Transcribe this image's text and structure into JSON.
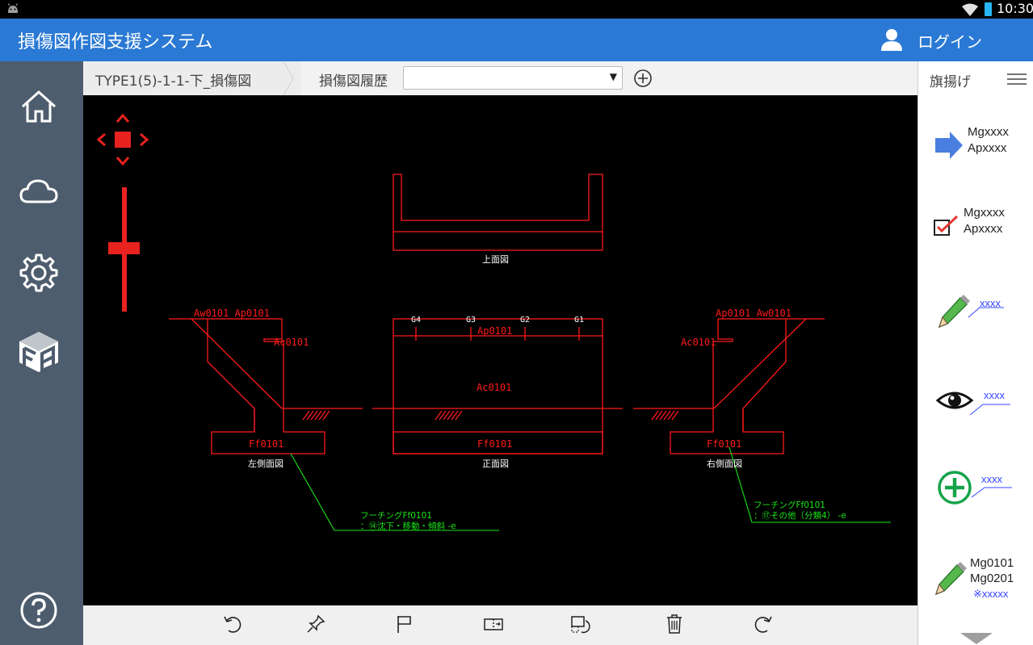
{
  "status_bar": {
    "time": "10:30",
    "icons": [
      "android-icon",
      "wifi-icon",
      "battery-icon"
    ]
  },
  "app_bar": {
    "title": "損傷図作図支援システム",
    "login_label": "ログイン",
    "user_icon": "user-icon"
  },
  "sidebar": {
    "items": [
      {
        "name": "home",
        "icon": "home-icon"
      },
      {
        "name": "cloud",
        "icon": "cloud-icon"
      },
      {
        "name": "settings",
        "icon": "gear-icon"
      },
      {
        "name": "bim",
        "icon": "cube-icon"
      },
      {
        "name": "help",
        "icon": "help-icon"
      }
    ]
  },
  "tab_bar": {
    "breadcrumb": "TYPE1(5)-1-1-下_損傷図",
    "history_label": "損傷図履歴",
    "history_value": "",
    "add_icon": "plus-circle-icon"
  },
  "drawing": {
    "views": {
      "top": "上面図",
      "front": "正面図",
      "left": "左側面図",
      "right": "右側面図"
    },
    "labels": {
      "left_top": "Aw0101 Ap0101",
      "left_ac": "Ac0101",
      "left_footing": "Ff0101",
      "front_ap": "Ap0101",
      "front_ac": "Ac0101",
      "front_footing": "Ff0101",
      "right_top": "Ap0101 Aw0101",
      "right_ac": "Ac0101",
      "right_footing": "Ff0101",
      "g4": "G4",
      "g3": "G3",
      "g2": "G2",
      "g1": "G1"
    },
    "annotations": {
      "left_line1": "フーチングFf0101",
      "left_line2": "：⑭沈下・移動・傾斜 -e",
      "right_line1": "フーチングFf0101",
      "right_line2": "：⑰その他（分類4） -e"
    },
    "colors": {
      "structure": "#ff1a1a",
      "annotation": "#19e619",
      "view_label": "#ffffff"
    }
  },
  "nav_controls": {
    "pan_icon": "pan-arrows-icon",
    "zoom_icon": "zoom-slider-icon",
    "color": "#e8231f"
  },
  "bottom_toolbar": {
    "tools": [
      {
        "name": "undo",
        "icon": "undo-icon"
      },
      {
        "name": "pin",
        "icon": "pin-icon"
      },
      {
        "name": "flag",
        "icon": "flag-icon"
      },
      {
        "name": "select-area",
        "icon": "select-area-icon"
      },
      {
        "name": "rotate-area",
        "icon": "rotate-area-icon"
      },
      {
        "name": "delete",
        "icon": "trash-icon"
      },
      {
        "name": "redo",
        "icon": "redo-icon"
      }
    ]
  },
  "right_panel": {
    "title": "旗揚げ",
    "menu_icon": "menu-icon",
    "items": [
      {
        "icon": "arrow-right-icon",
        "line1": "Mgxxxx",
        "line2": "Apxxxx"
      },
      {
        "icon": "checkbox-icon",
        "line1": "Mgxxxx",
        "line2": "Apxxxx"
      },
      {
        "icon": "pencil-icon",
        "tag": "xxxx"
      },
      {
        "icon": "eye-icon",
        "tag": "xxxx"
      },
      {
        "icon": "plus-circle-green-icon",
        "tag": "xxxx"
      },
      {
        "icon": "pencil-icon",
        "line1": "Mg0101",
        "line2": "Mg0201",
        "note": "※xxxxx"
      }
    ],
    "scroll_icon": "chevron-down-icon"
  }
}
